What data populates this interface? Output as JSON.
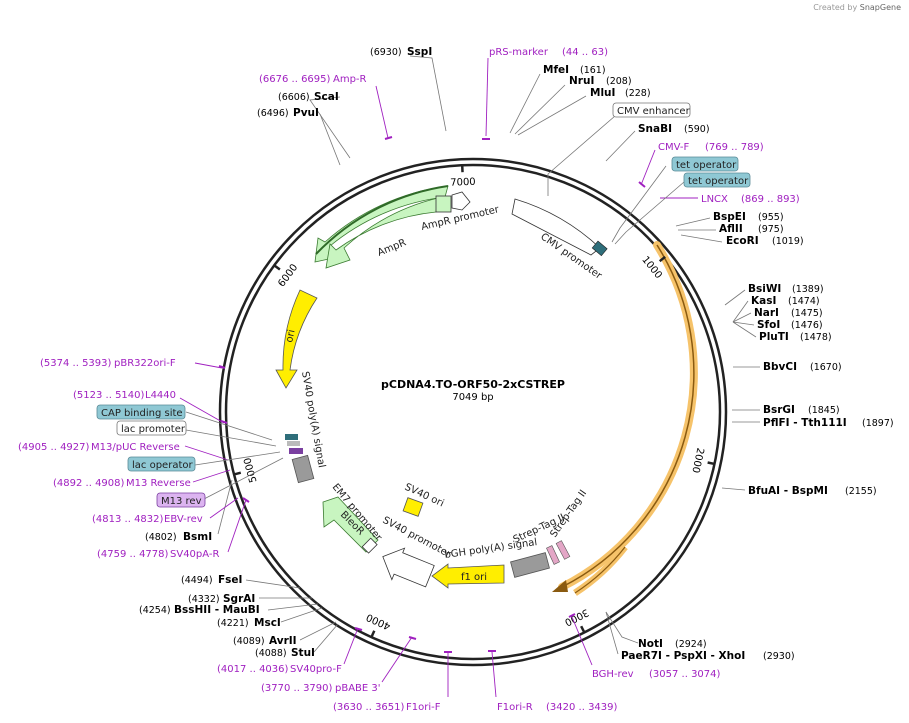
{
  "credit": {
    "created_by": "Created by",
    "brand": "SnapGene"
  },
  "plasmid": {
    "name": "pCDNA4.TO-ORF50-2xCSTREP",
    "size": "7049 bp",
    "length": 7049
  },
  "ticks": [
    {
      "bp": 1000,
      "label": "1000"
    },
    {
      "bp": 2000,
      "label": "2000"
    },
    {
      "bp": 3000,
      "label": "3000"
    },
    {
      "bp": 4000,
      "label": "4000"
    },
    {
      "bp": 5000,
      "label": "5000"
    },
    {
      "bp": 6000,
      "label": "6000"
    },
    {
      "bp": 7000,
      "label": "7000"
    }
  ],
  "sites": [
    {
      "pos": "(6930)",
      "name": "SspI",
      "bp": 6930
    },
    {
      "name": "MfeI",
      "pos": "(161)",
      "bp": 161
    },
    {
      "name": "NruI",
      "pos": "(208)",
      "bp": 208
    },
    {
      "name": "MluI",
      "pos": "(228)",
      "bp": 228
    },
    {
      "name": "SnaBI",
      "pos": "(590)",
      "bp": 590
    },
    {
      "name": "BspEI",
      "pos": "(955)",
      "bp": 955
    },
    {
      "name": "AflII",
      "pos": "(975)",
      "bp": 975
    },
    {
      "name": "EcoRI",
      "pos": "(1019)",
      "bp": 1019
    },
    {
      "name": "BsiWI",
      "pos": "(1389)",
      "bp": 1389
    },
    {
      "name": "KasI",
      "pos": "(1474)",
      "bp": 1474
    },
    {
      "name": "NarI",
      "pos": "(1475)",
      "bp": 1475
    },
    {
      "name": "SfoI",
      "pos": "(1476)",
      "bp": 1476
    },
    {
      "name": "PluTI",
      "pos": "(1478)",
      "bp": 1478
    },
    {
      "name": "BbvCI",
      "pos": "(1670)",
      "bp": 1670
    },
    {
      "name": "BsrGI",
      "pos": "(1845)",
      "bp": 1845
    },
    {
      "name": "PflFI - Tth111I",
      "pos": "(1897)",
      "bp": 1897
    },
    {
      "name": "BfuAI - BspMI",
      "pos": "(2155)",
      "bp": 2155
    },
    {
      "name": "NotI",
      "pos": "(2924)",
      "bp": 2924
    },
    {
      "name": "PaeR7I - PspXI - XhoI",
      "pos": "(2930)",
      "bp": 2930
    },
    {
      "pos": "(4494)",
      "name": "FseI",
      "bp": 4494
    },
    {
      "pos": "(4332)",
      "name": "SgrAI",
      "bp": 4332
    },
    {
      "pos": "(4254)",
      "name": "BssHII - MauBI",
      "bp": 4254
    },
    {
      "pos": "(4221)",
      "name": "MscI",
      "bp": 4221
    },
    {
      "pos": "(4089)",
      "name": "AvrII",
      "bp": 4089
    },
    {
      "pos": "(4088)",
      "name": "StuI",
      "bp": 4088
    },
    {
      "pos": "(4802)",
      "name": "BsmI",
      "bp": 4802
    },
    {
      "pos": "(6606)",
      "name": "ScaI",
      "bp": 6606
    },
    {
      "pos": "(6496)",
      "name": "PvuI",
      "bp": 6496
    }
  ],
  "primers": [
    {
      "name": "pRS-marker",
      "range": "(44 .. 63)",
      "bp": 54
    },
    {
      "name": "Amp-R",
      "range": "(6676 .. 6695)",
      "bp": 6685
    },
    {
      "name": "CMV-F",
      "range": "(769 .. 789)",
      "bp": 779
    },
    {
      "name": "LNCX",
      "range": "(869 .. 893)",
      "bp": 881
    },
    {
      "name": "pBR322ori-F",
      "range": "(5374 .. 5393)",
      "bp": 5383
    },
    {
      "name": "L4440",
      "range": "(5123 .. 5140)",
      "bp": 5131
    },
    {
      "name": "M13/pUC Reverse",
      "range": "(4905 .. 4927)",
      "bp": 4916
    },
    {
      "name": "M13 Reverse",
      "range": "(4892 .. 4908)",
      "bp": 4900
    },
    {
      "name": "EBV-rev",
      "range": "(4813 .. 4832)",
      "bp": 4822
    },
    {
      "name": "SV40pA-R",
      "range": "(4759 .. 4778)",
      "bp": 4768
    },
    {
      "name": "SV40pro-F",
      "range": "(4017 .. 4036)",
      "bp": 4026
    },
    {
      "name": "pBABE 3'",
      "range": "(3770 .. 3790)",
      "bp": 3780
    },
    {
      "name": "F1ori-F",
      "range": "(3630 .. 3651)",
      "bp": 3640
    },
    {
      "name": "F1ori-R",
      "range": "(3420 .. 3439)",
      "bp": 3430
    },
    {
      "name": "BGH-rev",
      "range": "(3057 .. 3074)",
      "bp": 3065
    }
  ],
  "boxed_labels": [
    {
      "name": "CMV enhancer",
      "style": "plain"
    },
    {
      "name": "tet operator",
      "style": "teal"
    },
    {
      "name": "tet operator",
      "style": "teal"
    },
    {
      "name": "CAP binding site",
      "style": "teal"
    },
    {
      "name": "lac promoter",
      "style": "plain"
    },
    {
      "name": "lac operator",
      "style": "teal"
    },
    {
      "name": "M13 rev",
      "style": "violet"
    }
  ],
  "features": [
    {
      "name": "CMV promoter"
    },
    {
      "name": "AmpR promoter"
    },
    {
      "name": "AmpR"
    },
    {
      "name": "ori"
    },
    {
      "name": "SV40 poly(A) signal"
    },
    {
      "name": "EM7 promoter"
    },
    {
      "name": "BleoR"
    },
    {
      "name": "SV40 promoter"
    },
    {
      "name": "SV40 ori"
    },
    {
      "name": "f1 ori"
    },
    {
      "name": "bGH poly(A) signal"
    },
    {
      "name": "Strep-Tag II"
    },
    {
      "name": "Strep-Tag II"
    }
  ],
  "colors": {
    "backbone": "#222222",
    "enzyme_text": "#000000",
    "primer": "#a020c0",
    "amp_arrow": "#c8f5c0",
    "ori": "#ffee00",
    "orf_highlight": "#f6c36a",
    "grey_feature": "#9a9a9a",
    "teal_box": "#8fc8d4",
    "violet_box": "#dcb4f0"
  }
}
